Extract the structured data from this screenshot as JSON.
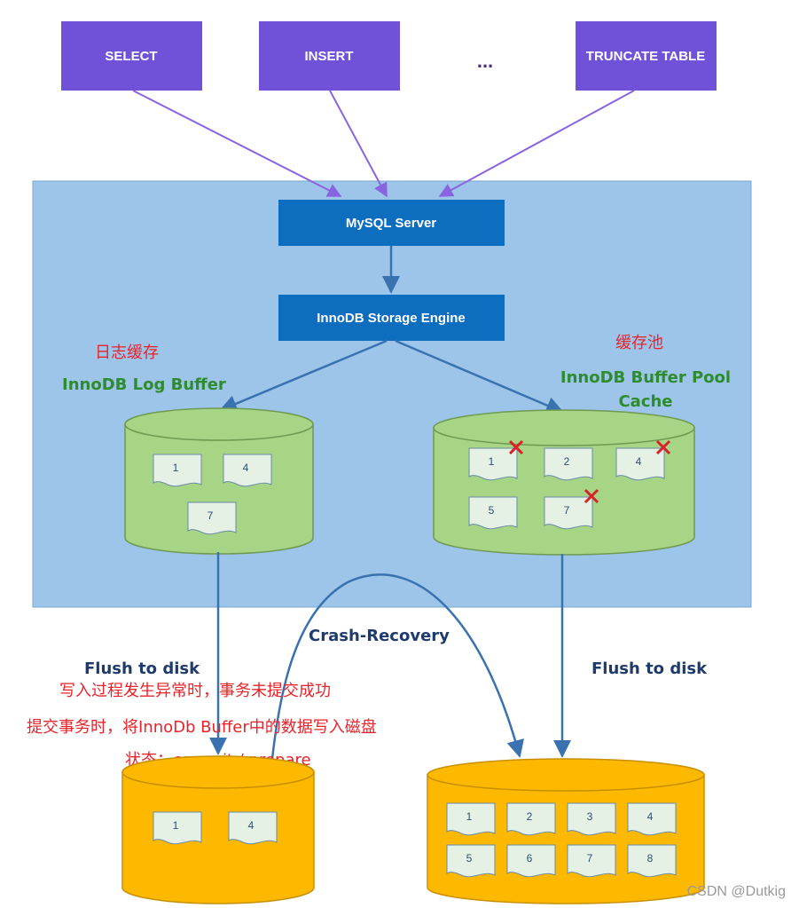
{
  "statements": [
    {
      "label": "SELECT"
    },
    {
      "label": "INSERT"
    },
    {
      "label": "..."
    },
    {
      "label": "TRUNCATE TABLE"
    }
  ],
  "server": {
    "mysql_label": "MySQL Server",
    "engine_label": "InnoDB Storage Engine"
  },
  "log_buffer": {
    "cn_label": "日志缓存",
    "label": "InnoDB Log Buffer",
    "pages": [
      "1",
      "4",
      "7"
    ]
  },
  "buffer_pool": {
    "cn_label": "缓存池",
    "label_line1": "InnoDB Buffer Pool",
    "label_line2": "Cache",
    "pages": [
      "1",
      "2",
      "4",
      "5",
      "7"
    ],
    "dirty_pages": [
      "1",
      "4",
      "7"
    ]
  },
  "flush_left": "Flush to disk",
  "flush_right": "Flush to disk",
  "crash_recovery": "Crash-Recovery",
  "notes": [
    "写入过程发生异常时，事务未提交成功",
    "提交事务时，将InnoDb Buffer中的数据写入磁盘",
    "状态：commit / prepare"
  ],
  "log_disk": {
    "pages": [
      "1",
      "4"
    ]
  },
  "data_disk": {
    "pages": [
      "1",
      "2",
      "3",
      "4",
      "5",
      "6",
      "7",
      "8"
    ]
  },
  "watermark": "CSDN @Dutkig",
  "colors": {
    "purple": "#7052d8",
    "panel": "#9dc5ea",
    "server_blue": "#0d6ebf",
    "green_cyl": "#a6d585",
    "orange_cyl": "#fdb900",
    "page_fill": "#e4f1e4",
    "arrow_blue": "#3a72b0",
    "arrow_purple": "#8a64e0",
    "red_x": "#d8222a"
  }
}
